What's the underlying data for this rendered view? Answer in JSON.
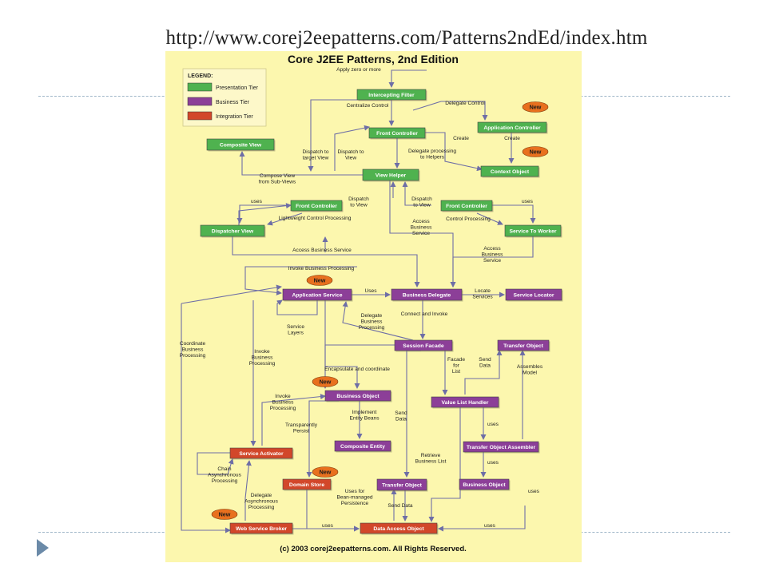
{
  "slide": {
    "url": "http://www.corej2eepatterns.com/Patterns2ndEd/index.htm"
  },
  "diagram": {
    "title": "Core J2EE Patterns, 2nd Edition",
    "copyright": "(c) 2003 corej2eepatterns.com. All Rights Reserved.",
    "new_badge": "New",
    "legend": {
      "title": "LEGEND:",
      "items": [
        "Presentation Tier",
        "Business Tier",
        "Integration Tier"
      ]
    },
    "colors": {
      "background": "#fcf7ae",
      "presentation": "#4fb24f",
      "business": "#8c3f98",
      "integration": "#d2472a",
      "arrow": "#6e6ea6",
      "badge": "#e8701e"
    },
    "nodes": {
      "intercepting_filter": "Intercepting Filter",
      "front_controller_main": "Front Controller",
      "application_controller": "Application Controller",
      "composite_view": "Composite View",
      "context_object": "Context Object",
      "view_helper": "View Helper",
      "front_controller_left": "Front Controller",
      "front_controller_right": "Front Controller",
      "dispatcher_view": "Dispatcher View",
      "service_to_worker": "Service To Worker",
      "application_service": "Application Service",
      "business_delegate": "Business Delegate",
      "service_locator": "Service Locator",
      "session_facade": "Session Facade",
      "transfer_object_top": "Transfer Object",
      "business_object_main": "Business Object",
      "value_list_handler": "Value List Handler",
      "composite_entity": "Composite Entity",
      "transfer_object_assembler": "Transfer Object Assembler",
      "service_activator": "Service Activator",
      "domain_store": "Domain Store",
      "transfer_object_bottom": "Transfer Object",
      "business_object_small": "Business Object",
      "web_service_broker": "Web Service Broker",
      "data_access_object": "Data Access Object"
    },
    "labels": {
      "apply_zero_or_more": "Apply zero or more",
      "centralize_control": "Centralize Control",
      "delegate_control": "Delegate Control",
      "create_1": "Create",
      "create_2": "Create",
      "dispatch_target_view": "Dispatch to|target View",
      "dispatch_to_view_1": "Dispatch to|View",
      "delegate_processing_helpers": "Delegate processing|to Helpers",
      "compose_view": "Compose View|from Sub-Views",
      "uses_left": "uses",
      "dispatch_to_view_2": "Dispatch|to View",
      "dispatch_to_view_3": "Dispatch|to View",
      "uses_right": "uses",
      "lightweight_control": "Lightweight Control Processing",
      "access_business_service_1": "Access|Business|Service",
      "control_processing": "Control Processing",
      "access_business_service_2": "Access Business Service",
      "access_business_service_3": "Access|Business|Service",
      "invoke_business_processing_1": "Invoke Business Processing",
      "uses_mid": "Uses",
      "locate_services": "Locate|Services",
      "delegate_business_processing": "Delegate|Business|Processing",
      "connect_and_invoke": "Connect and Invoke",
      "service_layers": "Service|Layers",
      "coordinate_business_processing": "Coordinate|Business|Processing",
      "invoke_business_processing_2": "Invoke|Business|Processing",
      "encapsulate_coordinate": "Encapsulate and coordinate",
      "facade_for_list": "Facade|for|List",
      "send_data_1": "Send|Data",
      "assembles_model": "Assembles|Model",
      "invoke_business_processing_3": "Invoke|Business|Processing",
      "implement_entity_beans": "Implement|Entity Beans",
      "send_data_2": "Send|Data",
      "transparently_persist": "Transparently|Persist",
      "uses_vlh": "uses",
      "retrieve_business_list": "Retrieve|Business List",
      "uses_toa": "uses",
      "chain_async": "Chain|Asynchronous|Processing",
      "uses_bean_managed": "Uses for|Bean-managed|Persistence",
      "send_data_3": "Send Data",
      "delegate_async": "Delegate|Asynchronous|Processing",
      "uses_right_low": "uses",
      "uses_wsb": "uses",
      "uses_dao": "uses"
    }
  }
}
